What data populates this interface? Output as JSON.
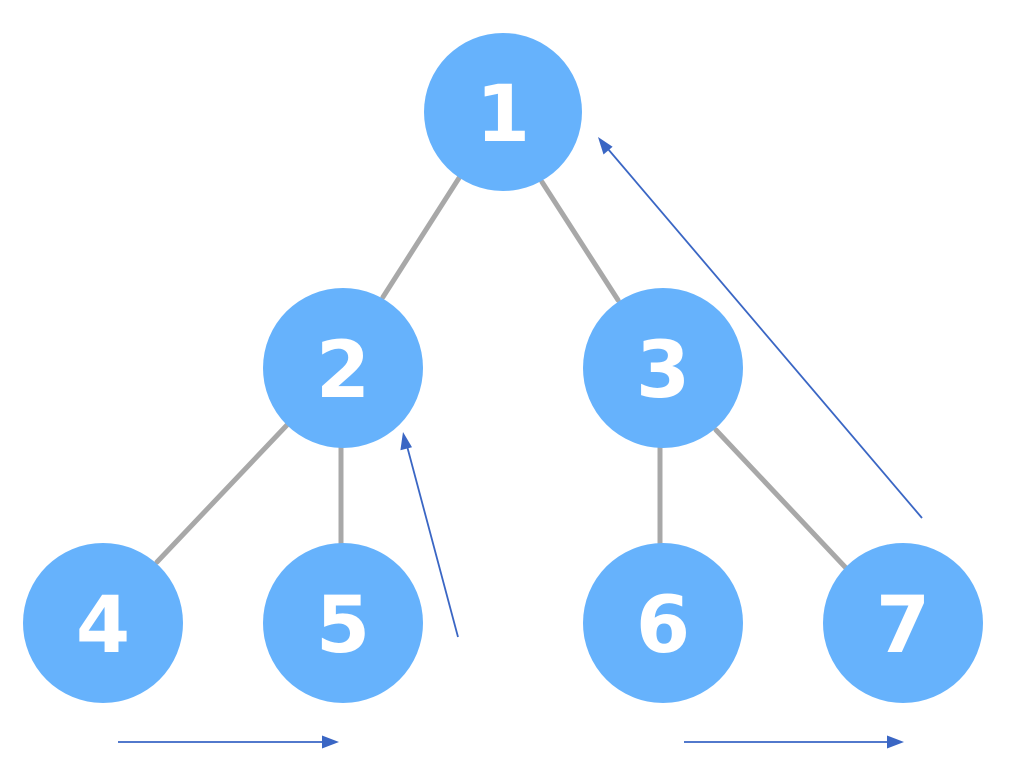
{
  "diagram": {
    "nodes": [
      {
        "id": "n1",
        "label": "1"
      },
      {
        "id": "n2",
        "label": "2"
      },
      {
        "id": "n3",
        "label": "3"
      },
      {
        "id": "n4",
        "label": "4"
      },
      {
        "id": "n5",
        "label": "5"
      },
      {
        "id": "n6",
        "label": "6"
      },
      {
        "id": "n7",
        "label": "7"
      }
    ],
    "edges": [
      {
        "from": "1",
        "to": "2"
      },
      {
        "from": "1",
        "to": "3"
      },
      {
        "from": "2",
        "to": "4"
      },
      {
        "from": "2",
        "to": "5"
      },
      {
        "from": "3",
        "to": "6"
      },
      {
        "from": "3",
        "to": "7"
      }
    ],
    "arrows": [
      {
        "name": "arrow-4-to-5"
      },
      {
        "name": "arrow-5-up-to-2"
      },
      {
        "name": "arrow-6-to-7"
      },
      {
        "name": "arrow-7-up-to-1"
      }
    ],
    "colors": {
      "node_fill": "#66b2fc",
      "node_text": "#ffffff",
      "edge": "#a8a8a8",
      "arrow": "#3a66c4",
      "background": "#ffffff"
    }
  }
}
